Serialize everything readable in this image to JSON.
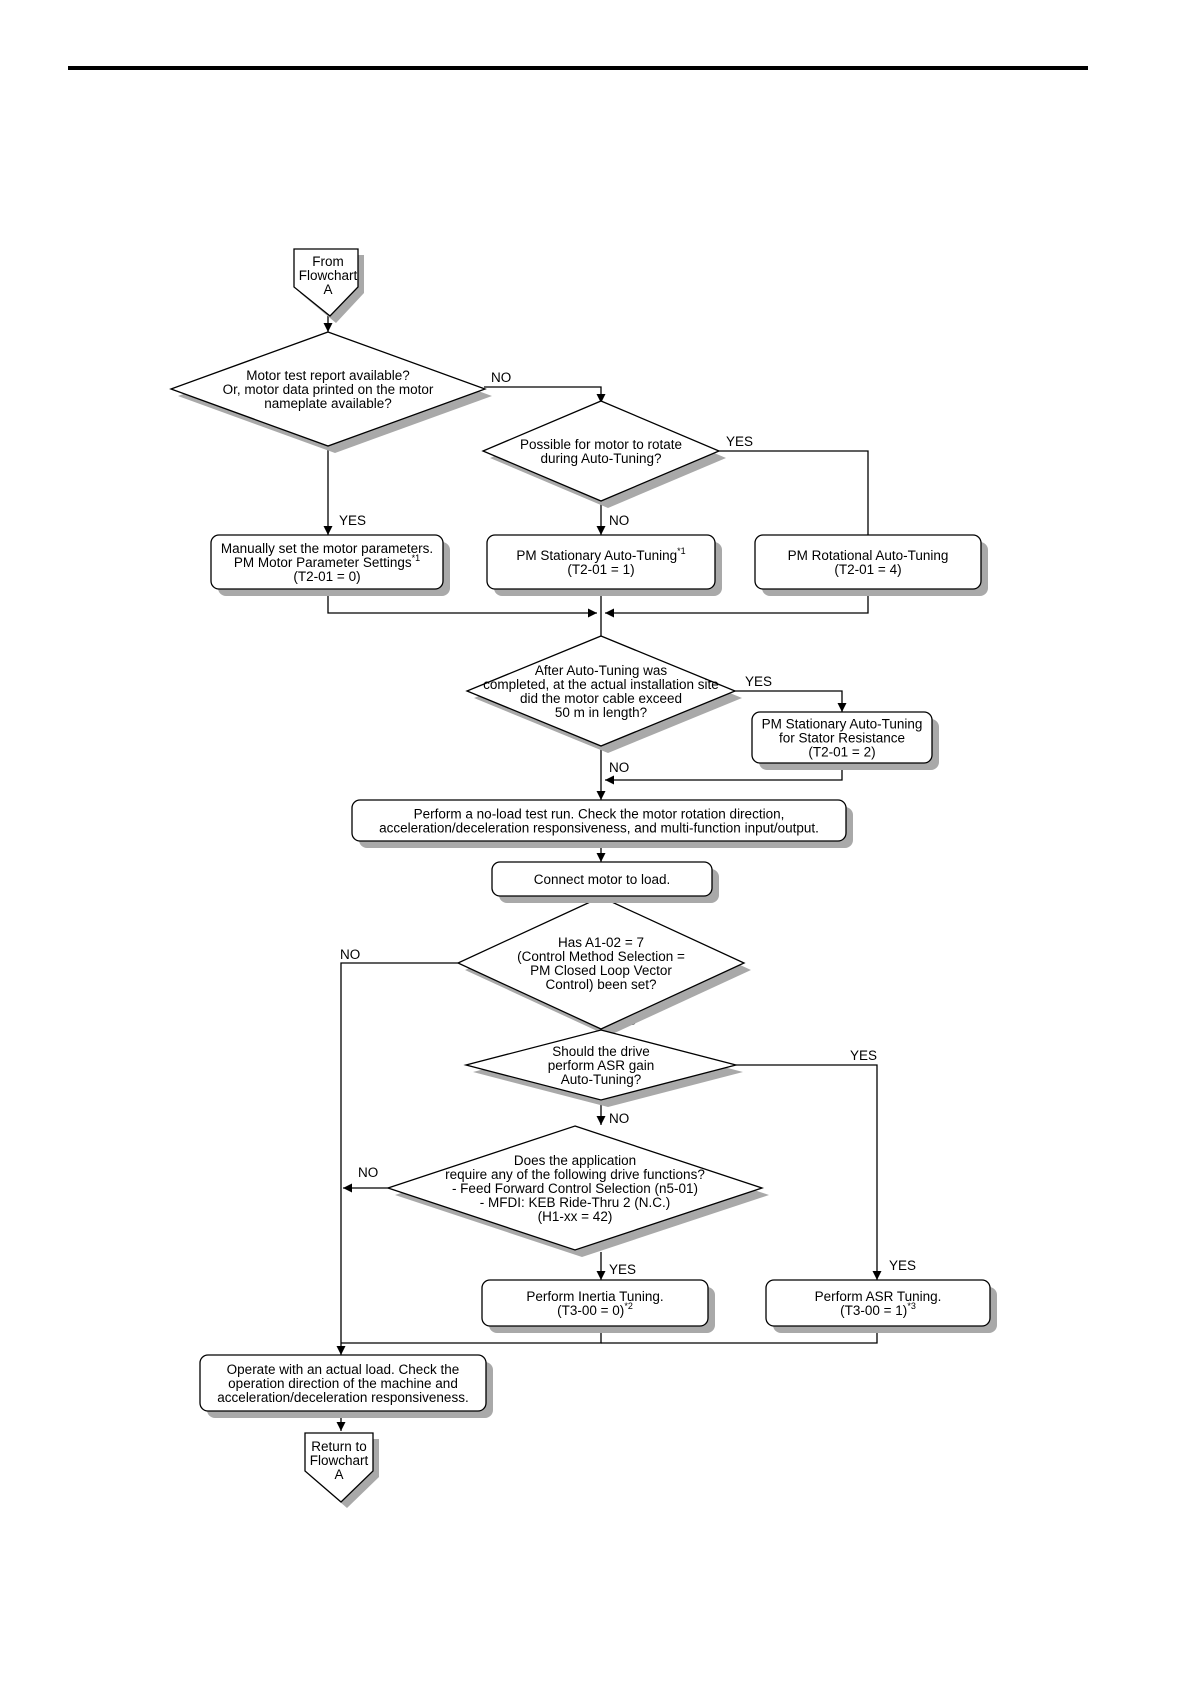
{
  "flowchart": {
    "start": {
      "lines": [
        "From",
        "Flowchart",
        "A"
      ]
    },
    "end": {
      "lines": [
        "Return to",
        "Flowchart",
        "A"
      ]
    },
    "decisions": {
      "test_report": [
        "Motor test report available?",
        "Or, motor data printed on the motor",
        "nameplate available?"
      ],
      "rotate": [
        "Possible for motor to rotate",
        "during Auto-Tuning?"
      ],
      "cable": [
        "After Auto-Tuning was",
        "completed, at the actual installation site",
        "did the motor cable exceed",
        "50 m in length?"
      ],
      "a1_02": [
        "Has A1-02 = 7",
        "(Control Method Selection =",
        "PM Closed Loop Vector",
        "Control) been set?"
      ],
      "asr_gain": [
        "Should the drive",
        "perform ASR gain",
        "Auto-Tuning?"
      ],
      "application": [
        "Does the application",
        "require any of the following drive functions?",
        "- Feed Forward Control Selection (n5-01)",
        "- MFDI: KEB Ride-Thru 2 (N.C.)",
        "(H1-xx = 42)"
      ]
    },
    "processes": {
      "manual": [
        [
          "Manually set the motor parameters.",
          ""
        ],
        [
          "PM Motor Parameter Settings",
          "*1"
        ],
        [
          "(T2-01 = 0)",
          ""
        ]
      ],
      "pm_stationary": [
        [
          "PM Stationary Auto-Tuning",
          "*1"
        ],
        [
          "(T2-01 = 1)",
          ""
        ]
      ],
      "pm_rotational": [
        [
          "PM Rotational Auto-Tuning",
          ""
        ],
        [
          "(T2-01 = 4)",
          ""
        ]
      ],
      "stator": [
        [
          "PM Stationary Auto-Tuning",
          ""
        ],
        [
          "for Stator Resistance",
          ""
        ],
        [
          "(T2-01 = 2)",
          ""
        ]
      ],
      "no_load": [
        [
          "Perform a no-load test run. Check the motor rotation direction,",
          ""
        ],
        [
          "acceleration/deceleration responsiveness, and multi-function input/output.",
          ""
        ]
      ],
      "connect": [
        [
          "Connect motor to load.",
          ""
        ]
      ],
      "inertia": [
        [
          "Perform Inertia Tuning.",
          ""
        ],
        [
          "(T3-00 = 0)",
          "*2"
        ]
      ],
      "asr": [
        [
          "Perform ASR Tuning.",
          ""
        ],
        [
          "(T3-00 = 1)",
          "*3"
        ]
      ],
      "operate": [
        [
          "Operate with an actual load. Check the",
          ""
        ],
        [
          "operation direction of the machine and",
          ""
        ],
        [
          "acceleration/deceleration responsiveness.",
          ""
        ]
      ]
    },
    "labels": {
      "yes": "YES",
      "no": "NO"
    }
  }
}
